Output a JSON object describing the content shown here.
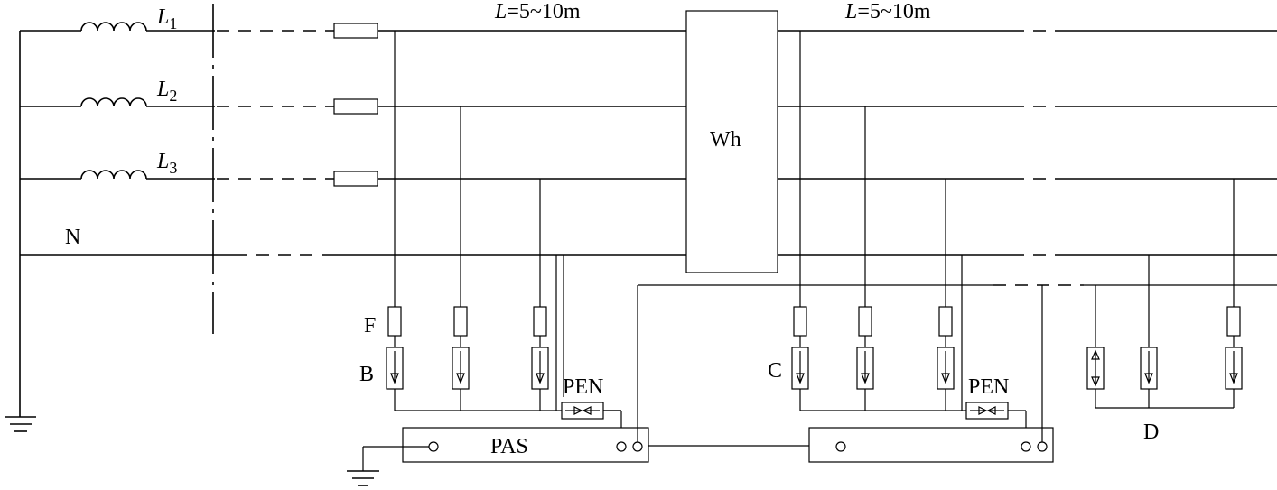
{
  "labels": {
    "l1_letter": "L",
    "l1_sub": "1",
    "l2_letter": "L",
    "l2_sub": "2",
    "l3_letter": "L",
    "l3_sub": "3",
    "neutral": "N",
    "length_left_letter": "L",
    "length_left_value": "=5~10m",
    "length_right_letter": "L",
    "length_right_value": "=5~10m",
    "meter": "Wh",
    "fuse": "F",
    "spd_b": "B",
    "spd_c": "C",
    "spd_d": "D",
    "pen_left": "PEN",
    "pen_right": "PEN",
    "pas": "PAS"
  }
}
